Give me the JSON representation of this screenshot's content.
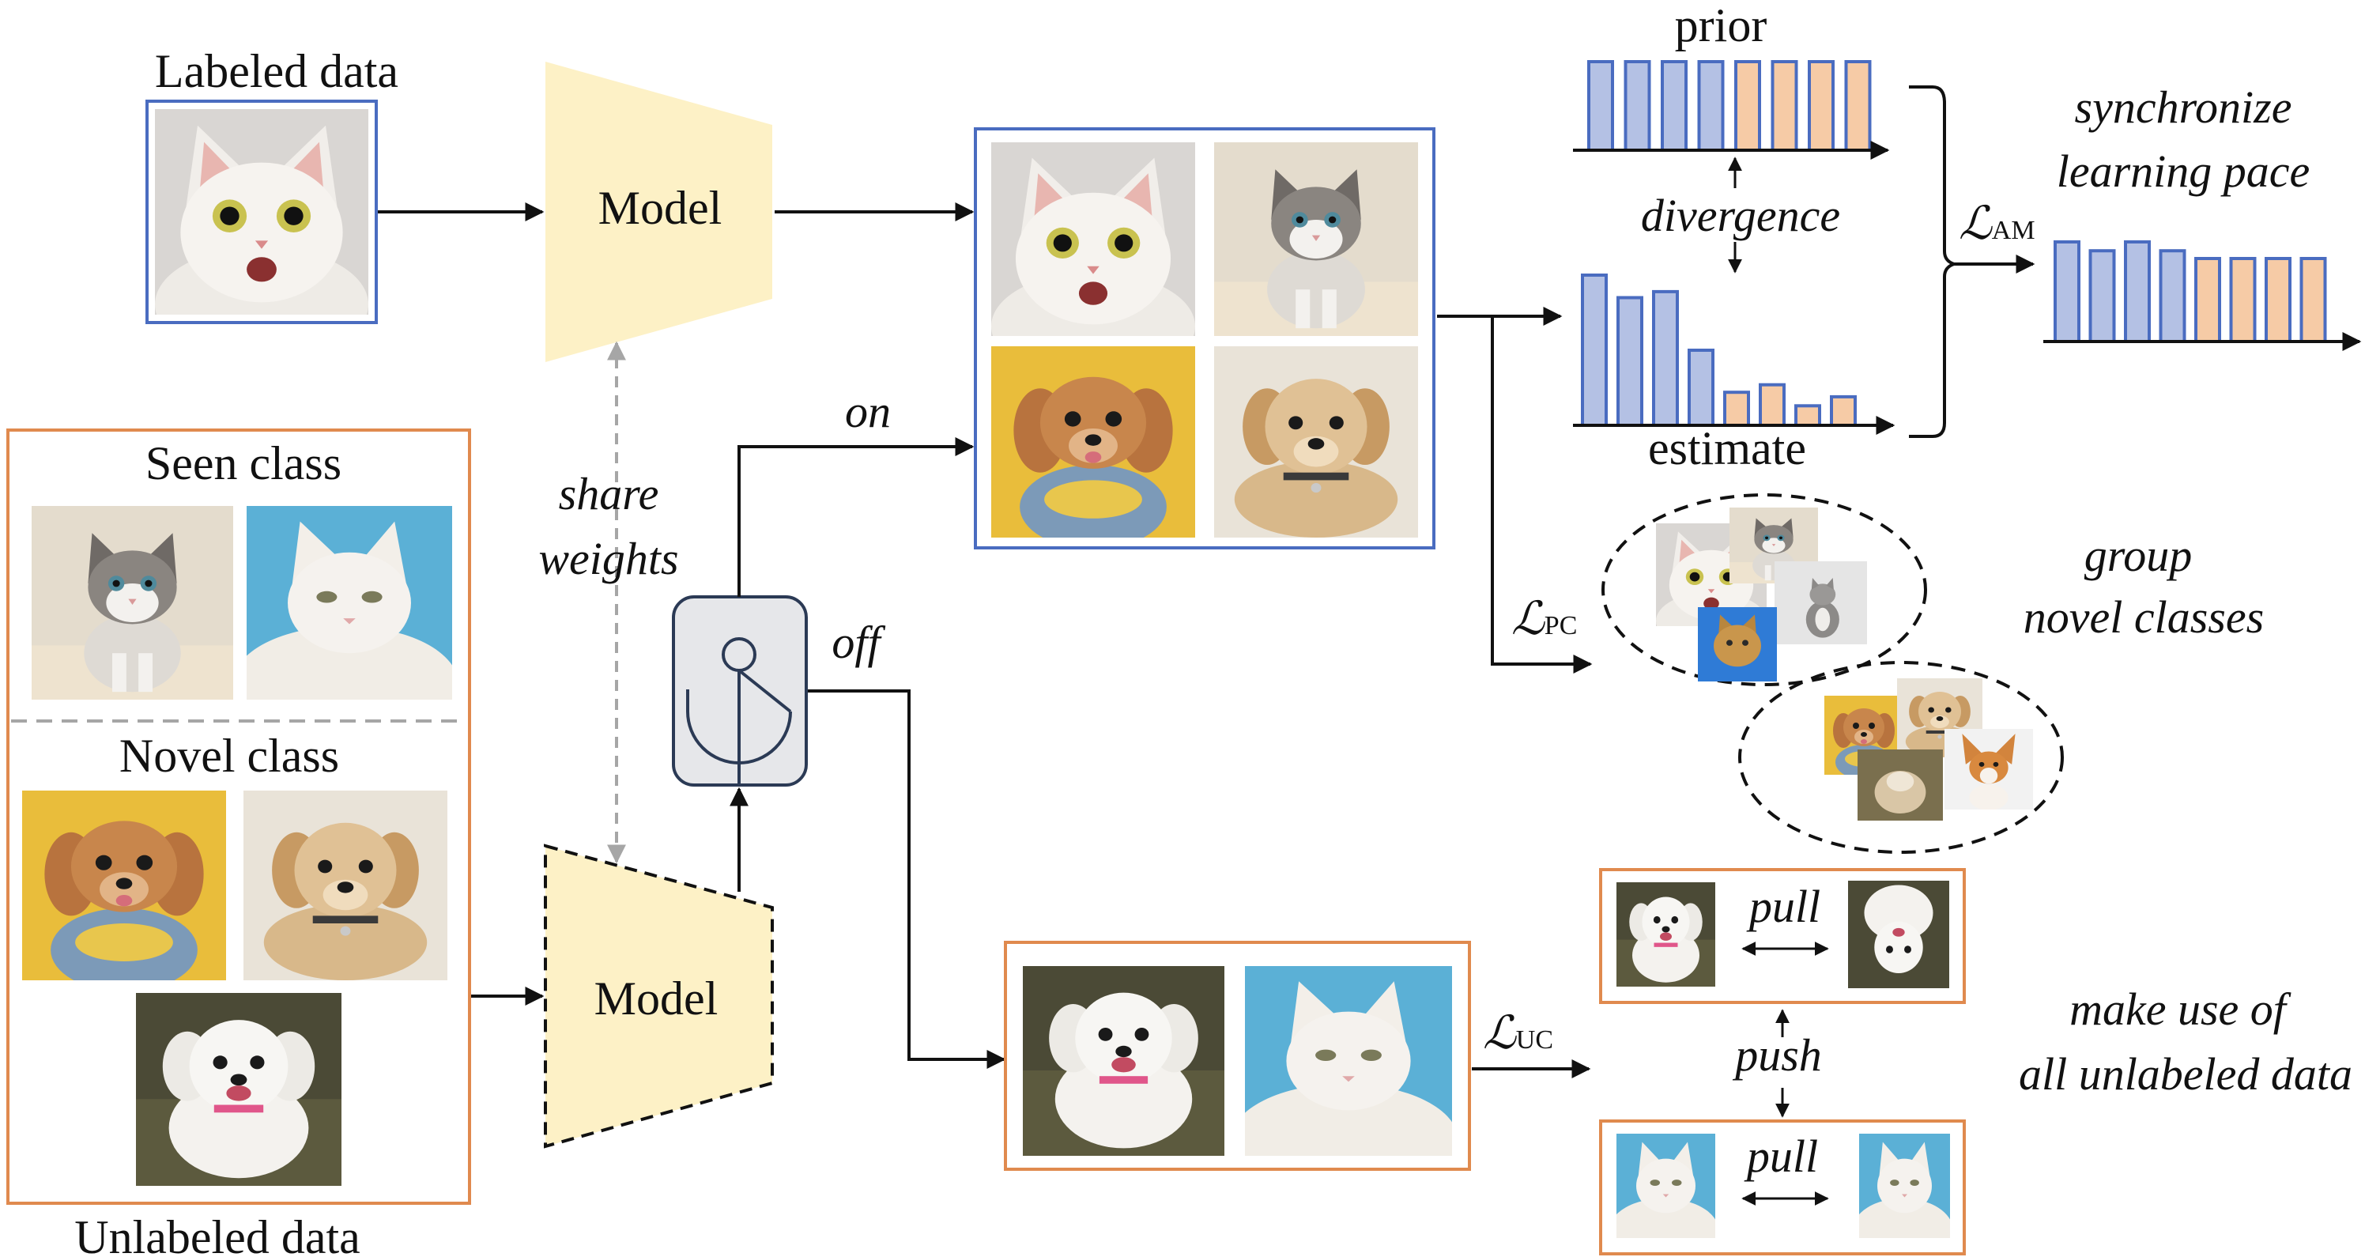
{
  "labels": {
    "labeled_data": "Labeled data",
    "model_top": "Model",
    "model_bottom": "Model",
    "share_weights_1": "share",
    "share_weights_2": "weights",
    "switch_on": "on",
    "switch_off": "off",
    "seen_class": "Seen class",
    "novel_class": "Novel class",
    "unlabeled_data": "Unlabeled data",
    "prior": "prior",
    "divergence": "divergence",
    "estimate": "estimate",
    "synchronize_1": "synchronize",
    "synchronize_2": "learning pace",
    "loss_am": "ℒ",
    "loss_am_sub": "AM",
    "loss_pc": "ℒ",
    "loss_pc_sub": "PC",
    "loss_uc": "ℒ",
    "loss_uc_sub": "UC",
    "group_1": "group",
    "group_2": "novel classes",
    "make_use_1": "make use of",
    "make_use_2": "all unlabeled data",
    "pull_top": "pull",
    "pull_bottom": "pull",
    "push": "push"
  },
  "colors": {
    "blue_border": "#4a6cc0",
    "orange_border": "#e08a4e",
    "model_fill": "#fdf1c6",
    "bar_blue": "#b4c1e4",
    "bar_peach": "#f6cba6",
    "switch_fill": "#e6e7ea",
    "switch_stroke": "#2b3a55",
    "gray_dash": "#a6a6a6"
  },
  "chart_data": [
    {
      "type": "bar",
      "role": "prior",
      "values": [
        1,
        1,
        1,
        1,
        1,
        1,
        1,
        1
      ],
      "groups": [
        "seen",
        "seen",
        "seen",
        "seen",
        "novel",
        "novel",
        "novel",
        "novel"
      ]
    },
    {
      "type": "bar",
      "role": "estimate",
      "values": [
        1.0,
        0.85,
        0.89,
        0.5,
        0.22,
        0.27,
        0.13,
        0.19
      ],
      "groups": [
        "seen",
        "seen",
        "seen",
        "seen",
        "novel",
        "novel",
        "novel",
        "novel"
      ]
    },
    {
      "type": "bar",
      "role": "synchronized",
      "values": [
        0.9,
        0.82,
        0.9,
        0.82,
        0.75,
        0.75,
        0.75,
        0.75
      ],
      "groups": [
        "seen",
        "seen",
        "seen",
        "seen",
        "novel",
        "novel",
        "novel",
        "novel"
      ]
    }
  ]
}
